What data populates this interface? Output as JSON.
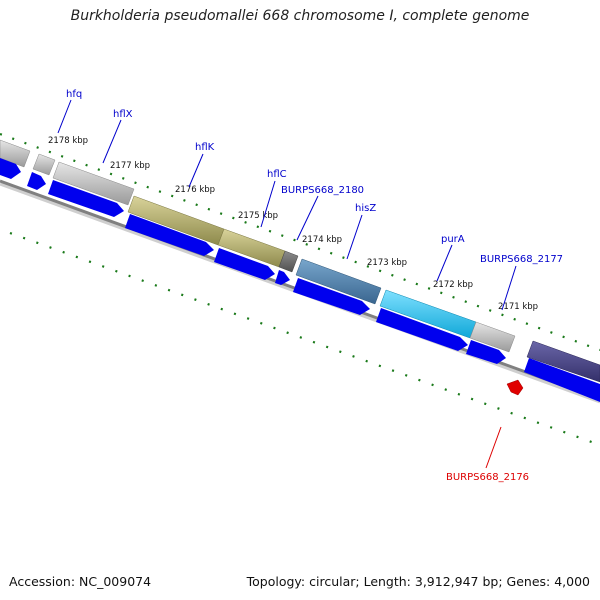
{
  "title": "Burkholderia pseudomallei 668 chromosome I, complete genome",
  "footer": {
    "accession": "Accession: NC_009074",
    "summary": "Topology: circular; Length: 3,912,947 bp; Genes: 4,000"
  },
  "colors": {
    "cds_blue": "#0000ee",
    "label_blue": "#0000cc",
    "label_red": "#dd0000",
    "backbone": "#808080",
    "tick_green": "#1a7a1a",
    "cog_gray": "#c4c4c4",
    "cog_olive": "#b5b06c",
    "cog_dark": "#6e6e6e",
    "cog_steel": "#4d7eaa",
    "cog_cyan": "#22c0ea",
    "cog_indigo": "#4a4685"
  },
  "scale_labels": [
    "2178 kbp",
    "2177 kbp",
    "2176 kbp",
    "2175 kbp",
    "2174 kbp",
    "2173 kbp",
    "2172 kbp",
    "2171 kbp"
  ],
  "gene_labels": [
    "hfq",
    "hflX",
    "hflK",
    "hflC",
    "BURPS668_2180",
    "hisZ",
    "purA",
    "BURPS668_2177"
  ],
  "reverse_labels": [
    "BURPS668_2176"
  ]
}
